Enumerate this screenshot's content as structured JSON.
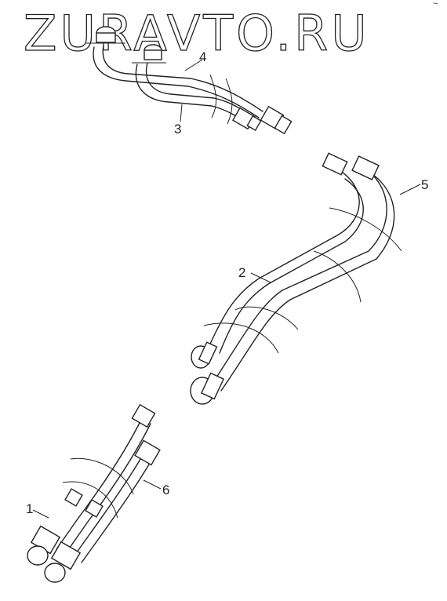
{
  "watermark": "ZURAVTO.RU",
  "corner_mark": "~",
  "callouts": [
    {
      "label": "1"
    },
    {
      "label": "2"
    },
    {
      "label": "3"
    },
    {
      "label": "4"
    },
    {
      "label": "5"
    },
    {
      "label": "6"
    }
  ]
}
